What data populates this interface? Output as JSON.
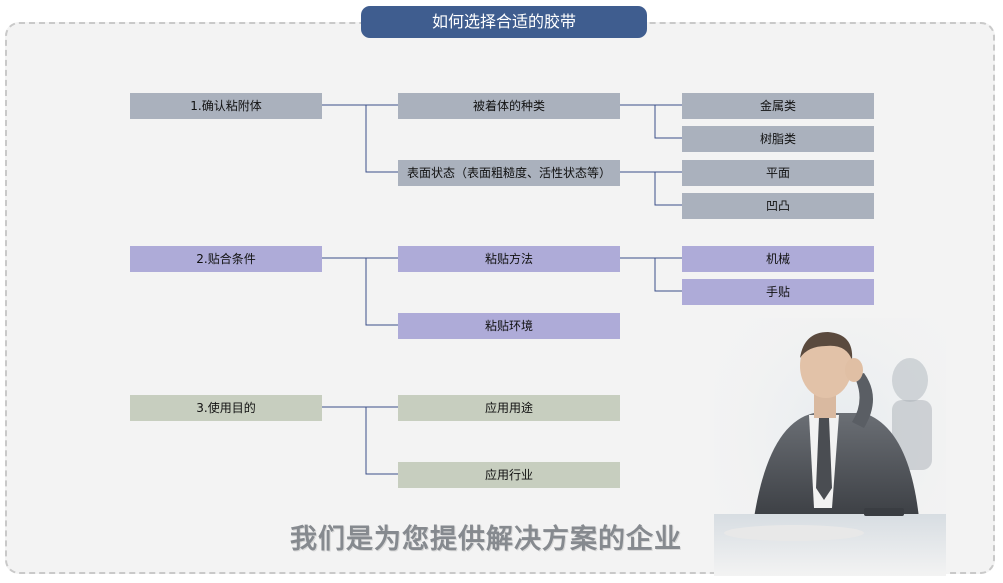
{
  "title": "如何选择合适的胶带",
  "slogan": "我们是为您提供解决方案的企业",
  "colors": {
    "title_bg": "#3f5d8f",
    "group1": "#aab1bd",
    "group2": "#aeabd8",
    "group3": "#c7cebf",
    "connector": "#3b4f8a"
  },
  "groups": [
    {
      "label": "1.确认粘附体",
      "children": [
        {
          "label": "被着体的种类",
          "leaves": [
            "金属类",
            "树脂类"
          ]
        },
        {
          "label": "表面状态（表面粗糙度、活性状态等）",
          "leaves": [
            "平面",
            "凹凸"
          ]
        }
      ]
    },
    {
      "label": "2.贴合条件",
      "children": [
        {
          "label": "粘贴方法",
          "leaves": [
            "机械",
            "手贴"
          ]
        },
        {
          "label": "粘贴环境",
          "leaves": []
        }
      ]
    },
    {
      "label": "3.使用目的",
      "children": [
        {
          "label": "应用用途",
          "leaves": []
        },
        {
          "label": "应用行业",
          "leaves": []
        }
      ]
    }
  ]
}
